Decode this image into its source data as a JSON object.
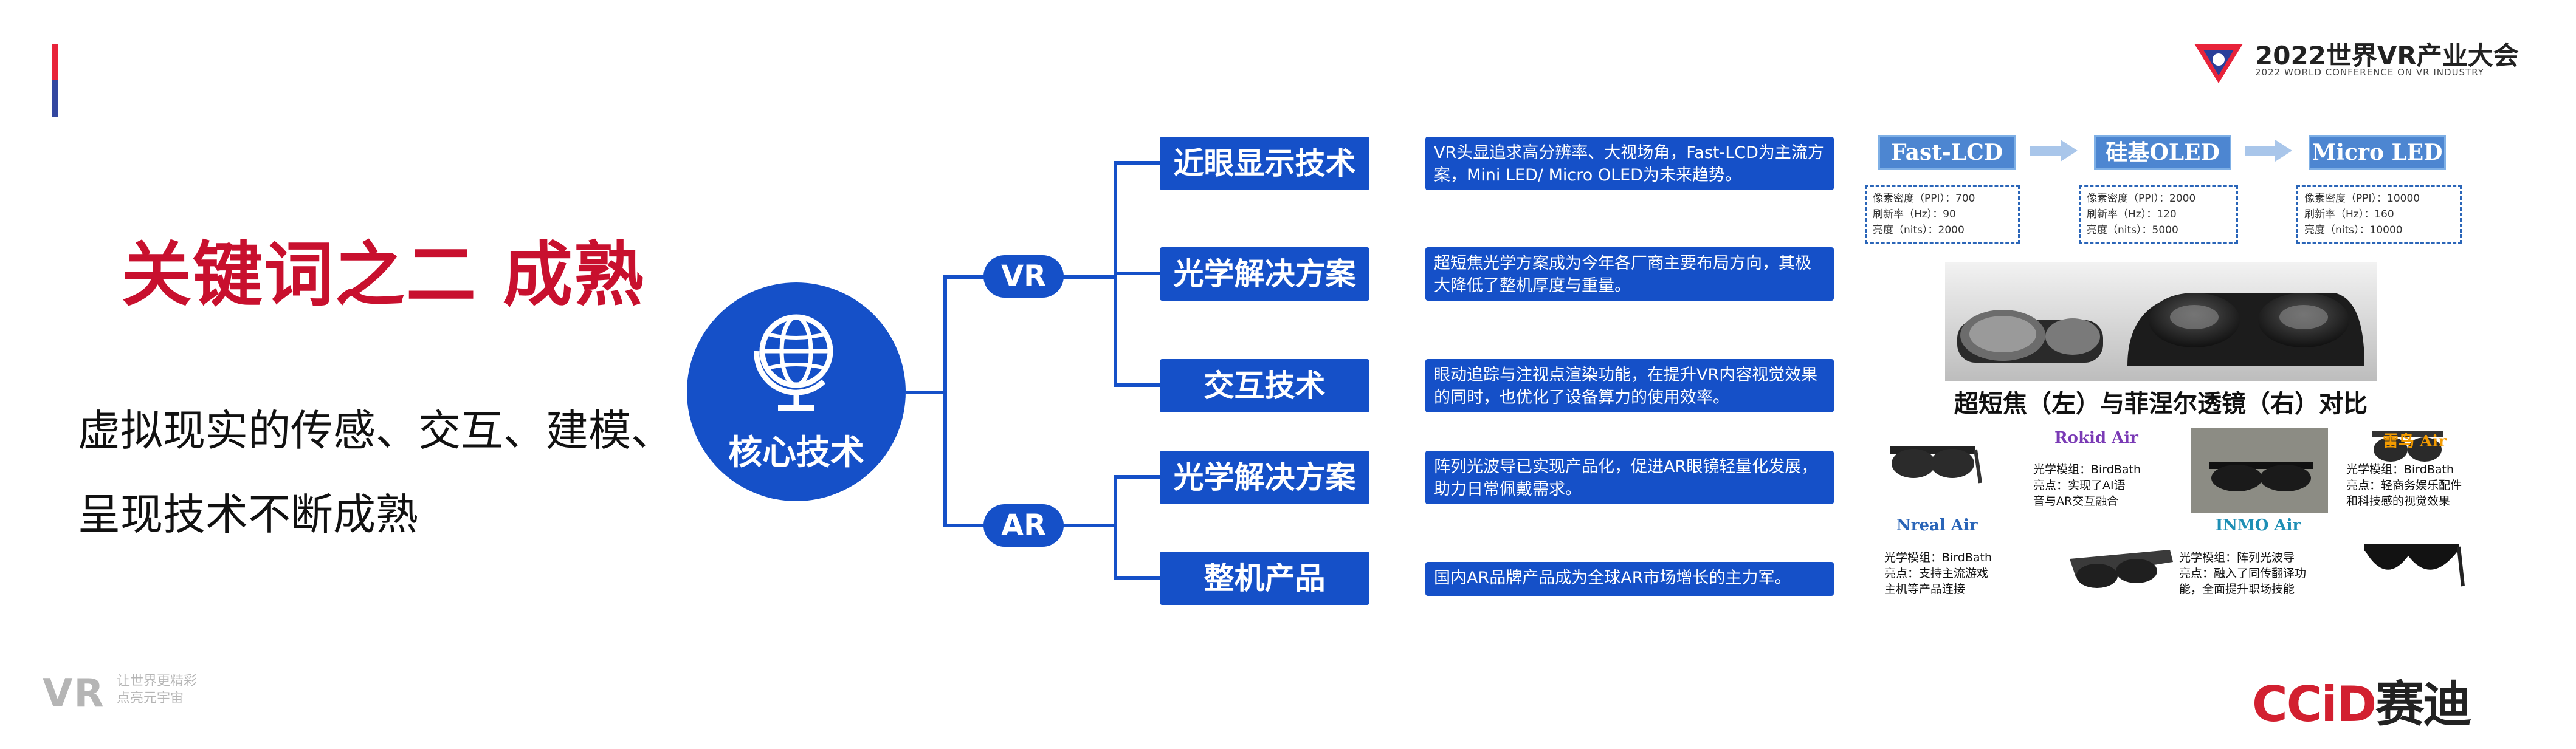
{
  "header": {
    "conference_title": "2022世界VR产业大会",
    "conference_subtitle": "2022 WORLD CONFERENCE ON VR INDUSTRY"
  },
  "slide": {
    "title": "关键词之二 成熟",
    "subtitle_lines": [
      "虚拟现实的传感、交互、建模、",
      "呈现技术不断成熟"
    ]
  },
  "hub": {
    "label": "核心技术",
    "icon": "globe-icon"
  },
  "branches": [
    {
      "label": "VR",
      "nodes": [
        {
          "label": "近眼显示技术",
          "desc": "VR头显追求高分辨率、大视场角，Fast-LCD为主流方案，Mini LED/ Micro OLED为未来趋势。"
        },
        {
          "label": "光学解决方案",
          "desc": "超短焦光学方案成为今年各厂商主要布局方向，其极大降低了整机厚度与重量。"
        },
        {
          "label": "交互技术",
          "desc": "眼动追踪与注视点渲染功能，在提升VR内容视觉效果的同时，也优化了设备算力的使用效率。"
        }
      ]
    },
    {
      "label": "AR",
      "nodes": [
        {
          "label": "光学解决方案",
          "desc": "阵列光波导已实现产品化，促进AR眼镜轻量化发展，助力日常佩戴需求。"
        },
        {
          "label": "整机产品",
          "desc": "国内AR品牌产品成为全球AR市场增长的主力军。"
        }
      ]
    }
  ],
  "display_tech": [
    {
      "name": "Fast-LCD",
      "specs": [
        "像素密度（PPI）：700",
        "刷新率（Hz）：90",
        "亮度（nits）：2000"
      ]
    },
    {
      "name": "硅基OLED",
      "specs": [
        "像素密度（PPI）：2000",
        "刷新率（Hz）：120",
        "亮度（nits）：5000"
      ]
    },
    {
      "name": "Micro LED",
      "specs": [
        "像素密度（PPI）：10000",
        "刷新率（Hz）：160",
        "亮度（nits）：10000"
      ]
    }
  ],
  "lens_caption": "超短焦（左）与菲涅尔透镜（右）对比",
  "ar_products": [
    {
      "name": "Rokid Air",
      "lines": [
        "光学模组：BirdBath",
        "亮点：实现了AI语",
        "音与AR交互融合"
      ]
    },
    {
      "name": "雷鸟 Air",
      "lines": [
        "光学模组：BirdBath",
        "亮点：轻商务娱乐配件",
        "和科技感的视觉效果"
      ]
    },
    {
      "name": "Nreal Air",
      "lines": [
        "光学模组：BirdBath",
        "亮点：支持主流游戏",
        "主机等产品连接"
      ]
    },
    {
      "name": "INMO Air",
      "lines": [
        "光学模组：阵列光波导",
        "亮点：融入了同传翻译功",
        "能，全面提升职场技能"
      ]
    }
  ],
  "footer": {
    "vr_logo": "VR",
    "vr_slogan": [
      "让世界更精彩",
      "点亮元宇宙"
    ],
    "brand_en": "CCiD",
    "brand_cn": "赛迪"
  },
  "colors": {
    "primary_blue": "#1550c8",
    "title_red": "#c8102e",
    "brand_red": "#d22030"
  }
}
